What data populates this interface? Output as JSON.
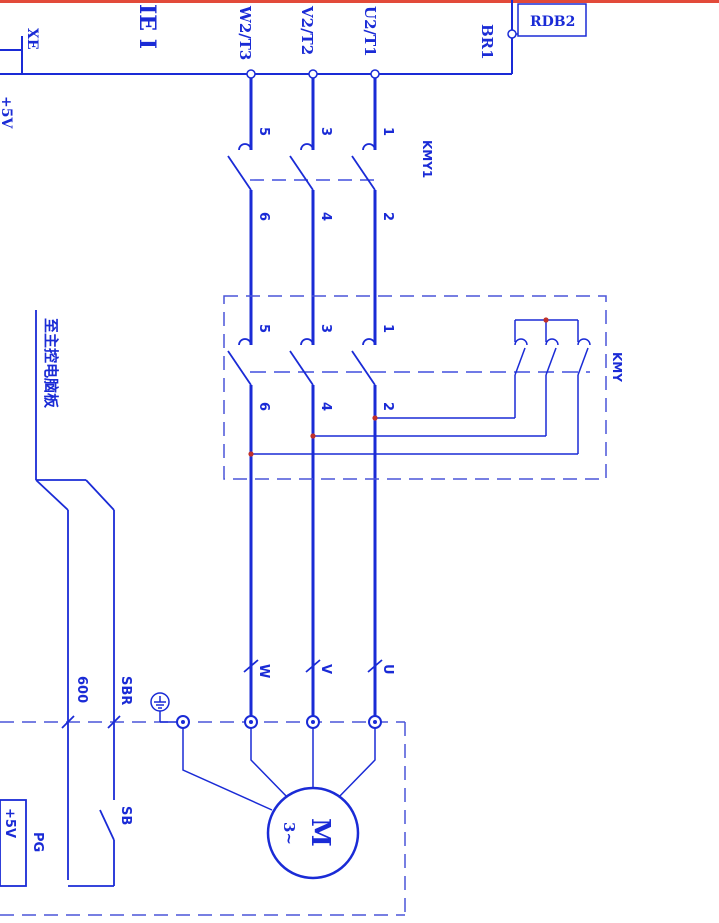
{
  "colors": {
    "line": "#1a2bd6",
    "light_line": "#4a55d8",
    "junction": "#c0302a",
    "border_top": "#e24a3a",
    "background": "#ffffff"
  },
  "labels": {
    "rdb2": "RDB2",
    "br1": "BR1",
    "u2t1": "U2/T1",
    "v2t2": "V2/T2",
    "w2t3": "W2/T3",
    "xe": "XE",
    "plus5v_top": "+5V",
    "ie": "IE I",
    "kmy1": "KMY1",
    "kmy": "KMY",
    "board": "至主控电脑板",
    "u": "U",
    "v": "V",
    "w": "W",
    "sbr": "SBR",
    "t600": "600",
    "sb": "SB",
    "pg": "PG",
    "plus5v_bottom": "+5V",
    "motor": "M",
    "motor_sub": "3~",
    "kmy1_pins_top": [
      "1",
      "3",
      "5"
    ],
    "kmy1_pins_bottom": [
      "2",
      "4",
      "6"
    ],
    "kmy_pins_top": [
      "1",
      "3",
      "5"
    ],
    "kmy_pins_bottom": [
      "2",
      "4",
      "6"
    ]
  }
}
